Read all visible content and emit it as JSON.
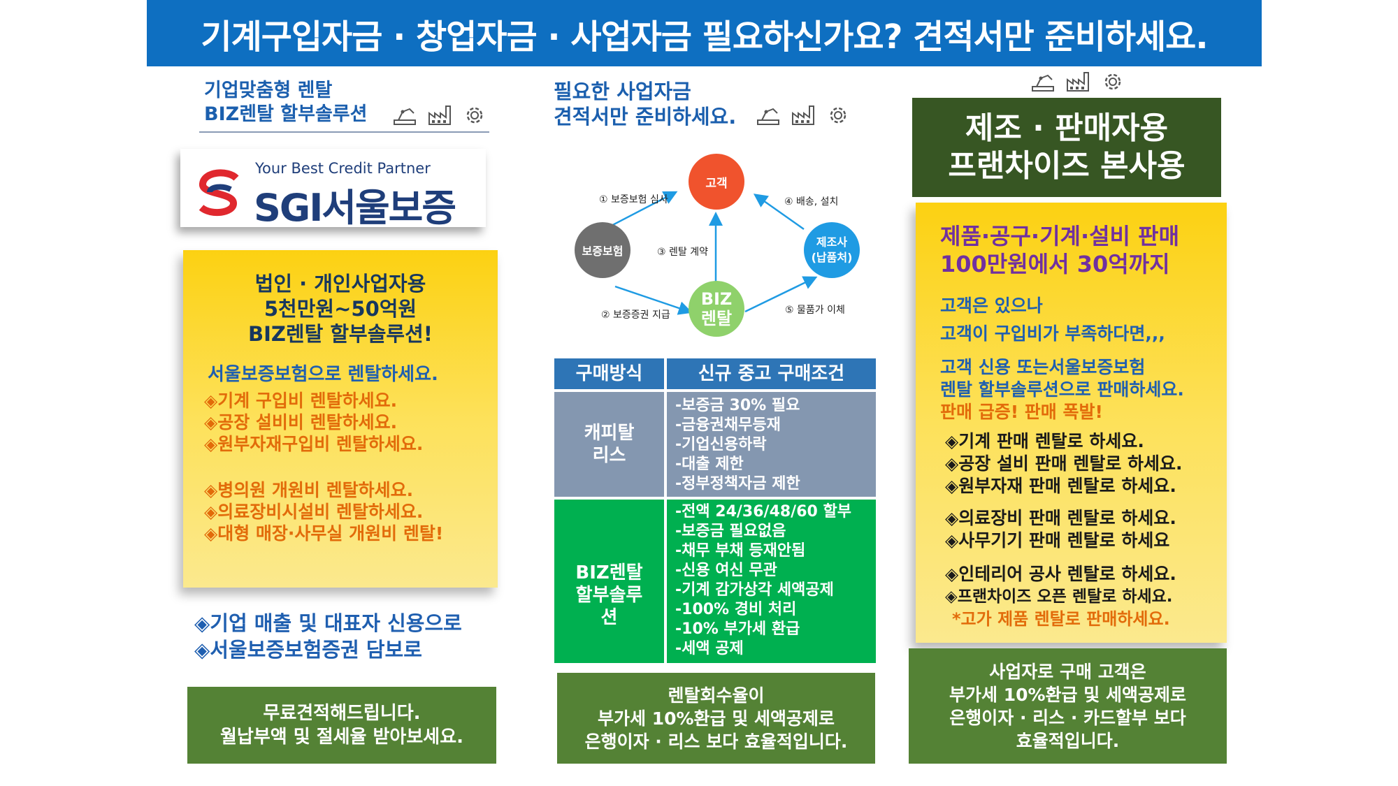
{
  "banner": "기계구입자금 · 창업자금 · 사업자금 필요하신가요? 견적서만 준비하세요.",
  "left": {
    "title_lines": [
      "기업맞춤형 렌탈",
      "BIZ렌탈 할부솔루션"
    ],
    "logo": {
      "tagline": "Your Best Credit Partner",
      "brand": "SGI서울보증"
    },
    "note_heading": [
      "법인 · 개인사업자용",
      "5천만원~50억원",
      "BIZ렌탈 할부솔루션!"
    ],
    "note_sub": "서울보증보험으로 렌탈하세요.",
    "note_items_1": [
      "◈기계 구입비 렌탈하세요.",
      "◈공장 설비비 렌탈하세요.",
      "◈원부자재구입비 렌탈하세요."
    ],
    "note_items_2": [
      "◈병의원 개원비 렌탈하세요.",
      "◈의료장비시설비 렌탈하세요.",
      "◈대형 매장·사무실 개원비 렌탈!"
    ],
    "bullets": [
      "◈기업 매출 및 대표자 신용으로",
      "◈서울보증보험증권 담보로"
    ],
    "green_box": [
      "무료견적해드립니다.",
      "월납부액 및 절세율 받아보세요."
    ]
  },
  "middle": {
    "title_lines": [
      "필요한 사업자금",
      "견적서만 준비하세요."
    ],
    "diagram": {
      "customer": "고객",
      "insurance": "보증보험",
      "maker": [
        "제조사",
        "(납품처)"
      ],
      "biz": [
        "BIZ",
        "렌탈"
      ],
      "step1": "① 보증보험 심사",
      "step2": "② 보증증권 지급",
      "step3": "③ 렌탈 계약",
      "step4": "④ 배송, 설치",
      "step5": "⑤ 물품가 이체"
    },
    "table": {
      "headers": [
        "구매방식",
        "신규 중고 구매조건"
      ],
      "rows": [
        {
          "method": [
            "캐피탈",
            "리스"
          ],
          "conditions": [
            "-보증금 30% 필요",
            "-금융권채무등재",
            "-기업신용하락",
            "-대출 제한",
            "-정부정책자금 제한"
          ]
        },
        {
          "method": [
            "BIZ렌탈",
            "할부솔루",
            "션"
          ],
          "conditions": [
            "-전액 24/36/48/60 할부",
            "-보증금 필요없음",
            "-채무 부채 등재안됨",
            "-신용 여신 무관",
            "-기계 감가상각 세액공제",
            "-100% 경비 처리",
            "-10% 부가세 환급",
            "-세액 공제"
          ]
        }
      ]
    },
    "green_box": [
      "렌탈회수율이",
      "부가세 10%환급 및 세액공제로",
      "은행이자 · 리스 보다 효율적입니다."
    ]
  },
  "right": {
    "title_lines": [
      "제조 · 판매자용",
      "프랜차이즈 본사용"
    ],
    "note_heading": [
      "제품·공구·기계·설비 판매",
      "100만원에서 30억까지"
    ],
    "note_p1": [
      "고객은 있으나",
      "고객이 구입비가 부족하다면,,,"
    ],
    "note_p2": [
      "고객 신용 또는서울보증보험",
      "렌탈 할부솔루션으로 판매하세요."
    ],
    "note_p2_accent": "판매 급증! 판매 폭발!",
    "note_items_1": [
      "◈기계 판매 렌탈로 하세요.",
      "◈공장 설비 판매 렌탈로 하세요.",
      "◈원부자재 판매 렌탈로 하세요."
    ],
    "note_items_2": [
      "◈의료장비 판매 렌탈로 하세요.",
      "◈사무기기 판매 렌탈로 하세요"
    ],
    "note_items_3": [
      "◈인테리어 공사 렌탈로 하세요.",
      "◈프랜차이즈 오픈 렌탈로 하세요."
    ],
    "note_footer": "*고가 제품 렌탈로 판매하세요.",
    "green_box": [
      "사업자로 구매 고객은",
      "부가세 10%환급 및 세액공제로",
      "은행이자 · 리스 · 카드할부 보다",
      "효율적입니다."
    ]
  },
  "icons": [
    "robot-arm-icon",
    "factory-icon",
    "gear-icon"
  ],
  "colors": {
    "banner": "#0e6fc1",
    "title_blue": "#1b5fae",
    "note_yellow": "#fcd112",
    "green": "#548235",
    "dark_green": "#375623",
    "accent_orange": "#e26b0a",
    "customer_red": "#f0532d",
    "insurance_gray": "#6f6f6f",
    "maker_blue": "#1f9be3",
    "biz_green": "#8fd16b"
  }
}
